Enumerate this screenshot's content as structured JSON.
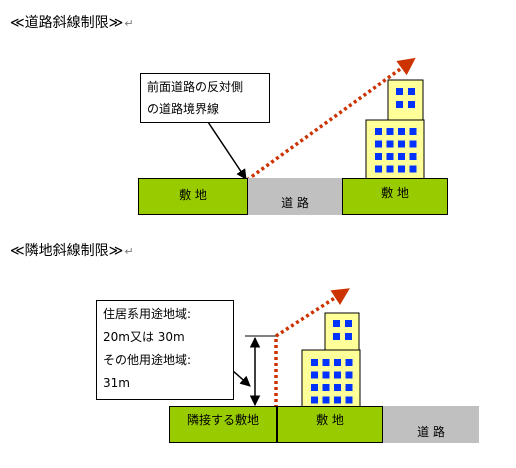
{
  "road": {
    "heading": "≪道路斜線制限≫",
    "callout": [
      "前面道路の反対側",
      "の道路境界線"
    ],
    "lot_left": "敷 地",
    "road_label": "道 路",
    "lot_right": "敷 地"
  },
  "neighbor": {
    "heading": "≪隣地斜線制限≫",
    "callout": [
      "住居系用途地域:",
      "20m又は 30m",
      "その他用途地域:",
      "31m"
    ],
    "adjacent_lot": "隣接する敷地",
    "lot": "敷 地",
    "road_label": "道 路"
  },
  "para_mark": "↵",
  "colors": {
    "lot_green": "#99cc00",
    "road_gray": "#c0c0c0",
    "building_yellow": "#ffff99",
    "window_blue": "#0033ff",
    "slant_line": "#cc3300"
  }
}
